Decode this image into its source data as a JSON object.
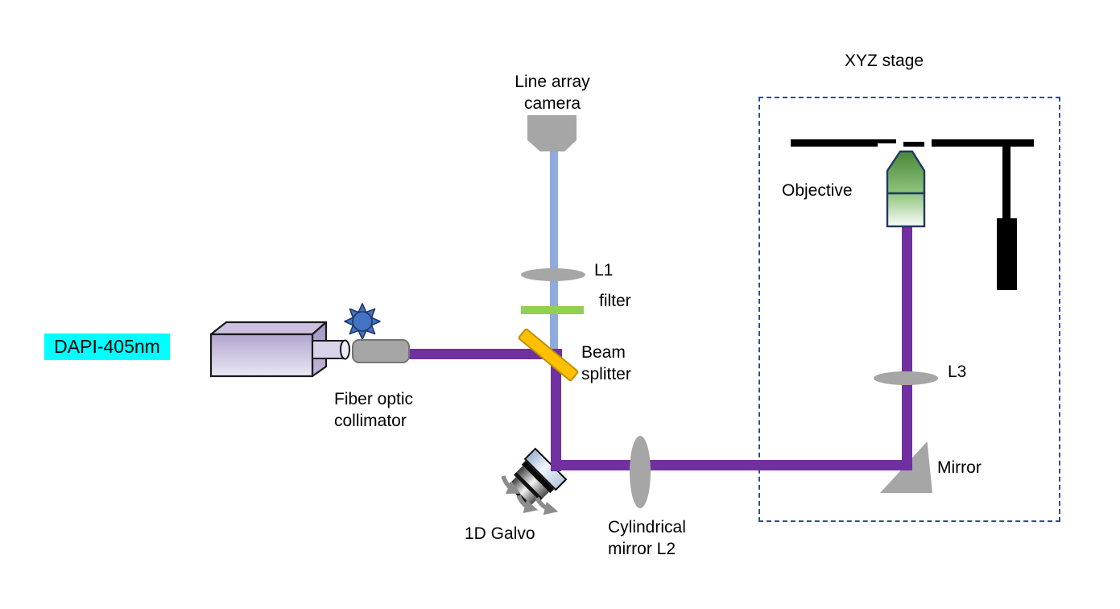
{
  "diagram": {
    "type": "optical-setup-schematic",
    "labels": {
      "source": "DAPI-405nm",
      "collimator_line1": "Fiber optic",
      "collimator_line2": "collimator",
      "camera_line1": "Line array",
      "camera_line2": "camera",
      "lens1": "L1",
      "filter": "filter",
      "beam_splitter_line1": "Beam",
      "beam_splitter_line2": "splitter",
      "galvo": "1D Galvo",
      "cylindrical_line1": "Cylindrical",
      "cylindrical_line2": "mirror L2",
      "stage": "XYZ stage",
      "objective": "Objective",
      "lens3": "L3",
      "mirror": "Mirror"
    },
    "icons": [
      "laser-box-icon",
      "starburst-icon",
      "fiber-collimator-icon",
      "beam-splitter-icon",
      "emission-filter-icon",
      "lens-l1-icon",
      "line-array-camera-icon",
      "galvo-mirror-icon",
      "scan-direction-arrows-icon",
      "cylindrical-lens-l2-icon",
      "fold-mirror-icon",
      "lens-l3-icon",
      "objective-icon",
      "xyz-stage-frame-icon",
      "sample-holder-bars-icon",
      "stage-post-icon"
    ],
    "colors": {
      "excitation_beam_purple": "#7030A0",
      "detection_path_blue": "#8FAADC",
      "beam_splitter_fill": "#FFC000",
      "beam_splitter_border": "#BF9000",
      "filter_green": "#92D050",
      "optics_gray": "#A6A6A6",
      "stage_dashed_border_blue": "#2E4E8C",
      "source_highlight_cyan": "#00FFFF",
      "laser_body_purple": "#C9BCDF",
      "objective_green": "#4D8A3A",
      "objective_outline_navy": "#1F3864",
      "starburst_blue": "#4472C4",
      "hardware_black": "#000000",
      "text": "#000000"
    }
  }
}
